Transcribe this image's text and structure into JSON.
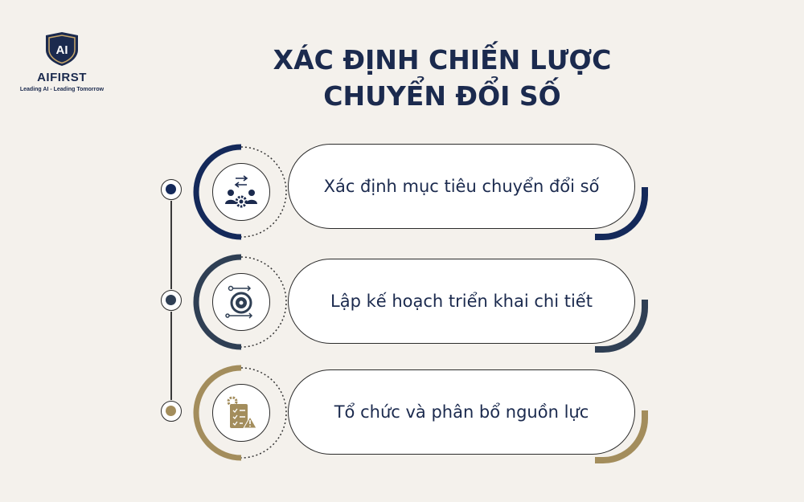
{
  "logo": {
    "mark": "AI",
    "name": "AIFIRST",
    "tagline": "Leading AI - Leading Tomorrow"
  },
  "title": {
    "line1": "XÁC ĐỊNH CHIẾN LƯỢC",
    "line2": "CHUYỂN ĐỔI SỐ"
  },
  "steps": [
    {
      "label": "Xác định mục tiêu chuyển đổi số",
      "icon": "team-exchange-icon",
      "color": "#14295a"
    },
    {
      "label": "Lập kế hoạch triển khai chi tiết",
      "icon": "planning-cycle-icon",
      "color": "#2f3f54"
    },
    {
      "label": "Tổ chức và phân bổ nguồn lực",
      "icon": "resource-checklist-icon",
      "color": "#a38d5c"
    }
  ]
}
